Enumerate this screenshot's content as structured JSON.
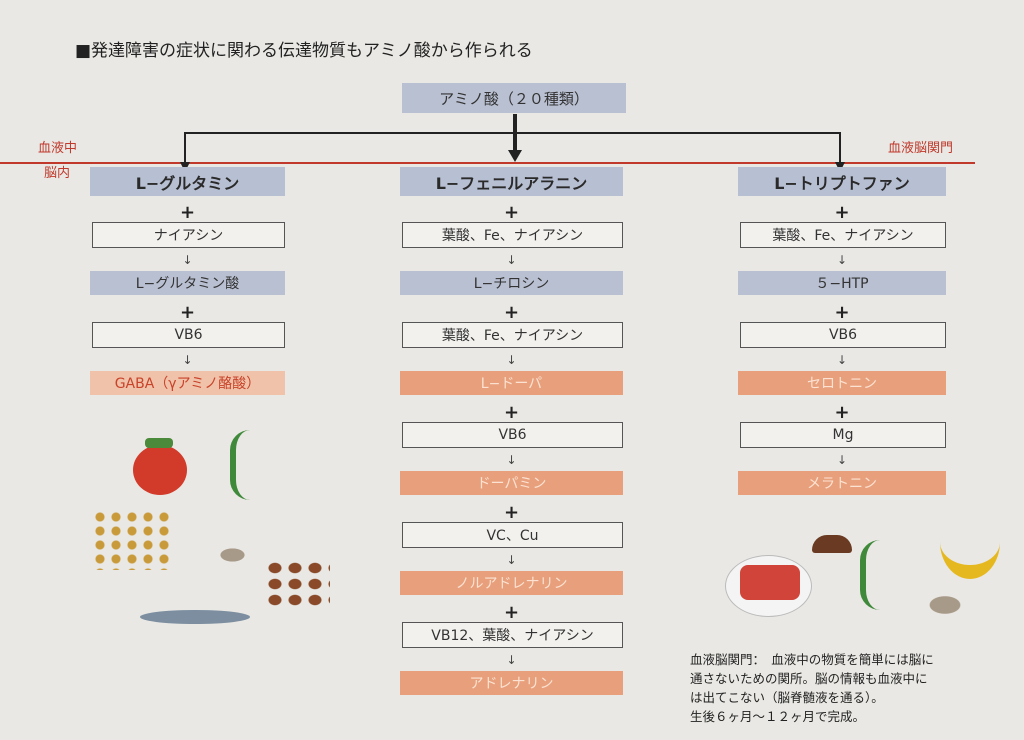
{
  "title": "■発達障害の症状に関わる伝達物質もアミノ酸から作られる",
  "root": "アミノ酸（２０種類）",
  "labels": {
    "blood": "血液中",
    "brain": "脳内",
    "bbb": "血液脳関門"
  },
  "columns": [
    {
      "header": "L−グルタミン",
      "steps": [
        {
          "t": "plus"
        },
        {
          "t": "w",
          "v": "ナイアシン"
        },
        {
          "t": "dn"
        },
        {
          "t": "b",
          "v": "L−グルタミン酸"
        },
        {
          "t": "plus"
        },
        {
          "t": "w",
          "v": "VB6"
        },
        {
          "t": "dn"
        },
        {
          "t": "o",
          "v": "GABA（γアミノ酪酸）"
        }
      ]
    },
    {
      "header": "L−フェニルアラニン",
      "steps": [
        {
          "t": "plus"
        },
        {
          "t": "w",
          "v": "葉酸、Fe、ナイアシン"
        },
        {
          "t": "dn"
        },
        {
          "t": "b",
          "v": "L−チロシン"
        },
        {
          "t": "plus"
        },
        {
          "t": "w",
          "v": "葉酸、Fe、ナイアシン"
        },
        {
          "t": "dn"
        },
        {
          "t": "o",
          "v": "L−ドーパ"
        },
        {
          "t": "plus"
        },
        {
          "t": "w",
          "v": "VB6"
        },
        {
          "t": "dn"
        },
        {
          "t": "o",
          "v": "ドーパミン"
        },
        {
          "t": "plus"
        },
        {
          "t": "w",
          "v": "VC、Cu"
        },
        {
          "t": "dn"
        },
        {
          "t": "o",
          "v": "ノルアドレナリン"
        },
        {
          "t": "plus"
        },
        {
          "t": "w",
          "v": "VB12、葉酸、ナイアシン"
        },
        {
          "t": "dn"
        },
        {
          "t": "o",
          "v": "アドレナリン"
        }
      ]
    },
    {
      "header": "L−トリプトファン",
      "steps": [
        {
          "t": "plus"
        },
        {
          "t": "w",
          "v": "葉酸、Fe、ナイアシン"
        },
        {
          "t": "dn"
        },
        {
          "t": "b",
          "v": "５−HTP"
        },
        {
          "t": "plus"
        },
        {
          "t": "w",
          "v": "VB6"
        },
        {
          "t": "dn"
        },
        {
          "t": "o",
          "v": "セロトニン"
        },
        {
          "t": "plus"
        },
        {
          "t": "w",
          "v": "Mg"
        },
        {
          "t": "dn"
        },
        {
          "t": "o",
          "v": "メラトニン"
        }
      ]
    }
  ],
  "symbols": {
    "plus": "+",
    "down": "↓"
  },
  "note": [
    "血液脳関門：　血液中の物質を簡単には脳に",
    "通さないための関所。脳の情報も血液中に",
    "は出てこない（脳脊髄液を通る）。",
    "生後６ヶ月〜１２ヶ月で完成。"
  ]
}
